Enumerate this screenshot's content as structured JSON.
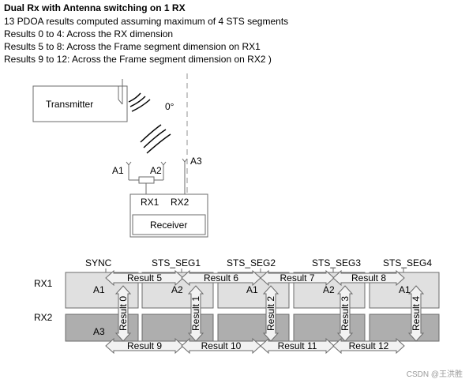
{
  "header": {
    "title": "Dual Rx with Antenna switching on 1 RX",
    "lines": [
      "13 PDOA results computed assuming maximum of 4 STS segments",
      "Results 0 to 4: Across the RX dimension",
      "Results 5 to 8: Across the Frame segment dimension on RX1",
      "Results 9 to 12: Across the Frame segment dimension on RX2 )"
    ]
  },
  "top_diagram": {
    "transmitter": "Transmitter",
    "angle": "0°",
    "antenna_a1": "A1",
    "antenna_a2": "A2",
    "antenna_a3": "A3",
    "rx1": "RX1",
    "rx2": "RX2",
    "receiver": "Receiver"
  },
  "timing": {
    "segments": [
      "SYNC",
      "STS_SEG1",
      "STS_SEG2",
      "STS_SEG3",
      "STS_SEG4"
    ],
    "row_rx1": "RX1",
    "row_rx2": "RX2",
    "rx1_cells": [
      "A1",
      "A2",
      "A1",
      "A2",
      "A1"
    ],
    "rx2_cells": [
      "A3"
    ],
    "vertical_results": [
      "Result 0",
      "Result 1",
      "Result 2",
      "Result 3",
      "Result 4"
    ],
    "rx1_results": [
      "Result 5",
      "Result 6",
      "Result 7",
      "Result 8"
    ],
    "rx2_results": [
      "Result 9",
      "Result 10",
      "Result 11",
      "Result 12"
    ]
  },
  "watermark": "CSDN @王洪胜",
  "colors": {
    "rx1_fill": "#e0e0e0",
    "rx2_fill": "#aeaeae",
    "arrow_fill": "#f2f2f2",
    "stroke": "#6b6b6b"
  }
}
